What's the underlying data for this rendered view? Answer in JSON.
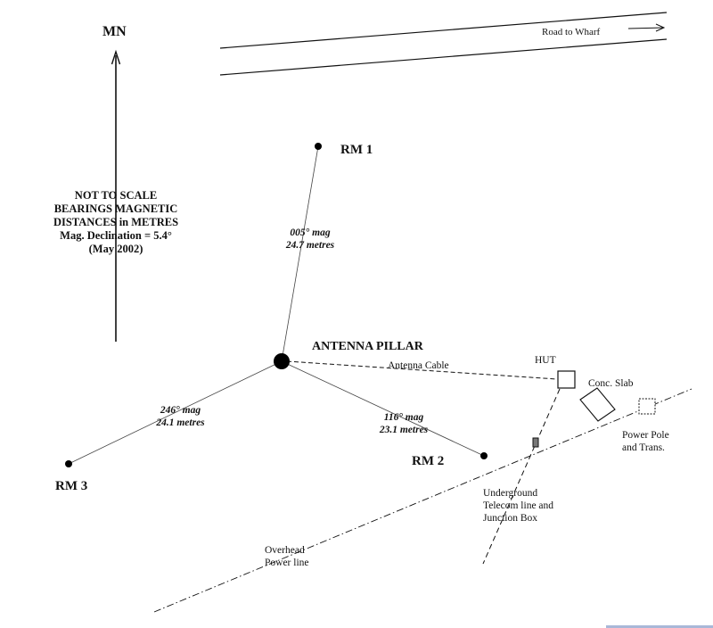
{
  "diagram": {
    "type": "survey site sketch",
    "north": {
      "label": "MN",
      "icon": "north-arrow-icon"
    },
    "notes": [
      "NOT TO SCALE",
      "BEARINGS MAGNETIC",
      "DISTANCES in METRES",
      "Mag. Declination = 5.4°",
      "(May 2002)"
    ],
    "road": {
      "label": "Road to Wharf",
      "icon": "arrow-right-icon"
    },
    "center": {
      "label": "ANTENNA PILLAR"
    },
    "reference_marks": [
      {
        "id": "rm1",
        "label": "RM 1",
        "bearing": "005° mag",
        "distance": "24.7  metres"
      },
      {
        "id": "rm2",
        "label": "RM 2",
        "bearing": "116° mag",
        "distance": "23.1  metres"
      },
      {
        "id": "rm3",
        "label": "RM 3",
        "bearing": "246° mag",
        "distance": "24.1  metres"
      }
    ],
    "features": {
      "antenna_cable": "Antenna Cable",
      "hut": "HUT",
      "slab": "Conc. Slab",
      "power_pole": [
        "Power Pole",
        "and Trans."
      ],
      "telecom": [
        "Underground",
        "Telecom line and",
        "Junction Box"
      ],
      "power_line": [
        "Overhead",
        "Power line"
      ]
    }
  }
}
